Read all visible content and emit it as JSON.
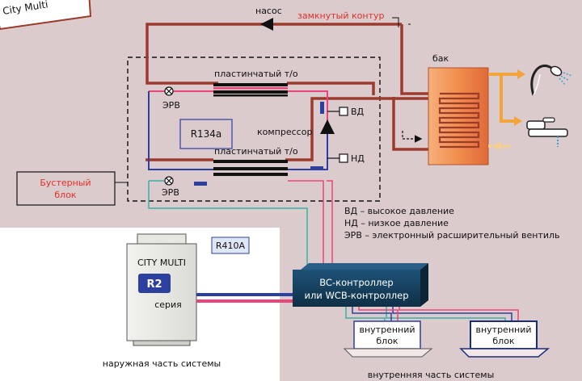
{
  "corner_tab": "City Multi",
  "labels": {
    "pump": "насос",
    "closed_loop": "замкнутый контур",
    "tank": "бак",
    "plate_hx_top": "пластинчатый т/о",
    "plate_hx_bottom": "пластинчатый т/о",
    "erv_top": "ЭРВ",
    "erv_bottom": "ЭРВ",
    "refrigerant_box": "R134a",
    "compressor": "компрессор",
    "hp": "ВД",
    "lp": "НД",
    "booster_line1": "Бустерный",
    "booster_line2": "блок",
    "legend_hp": "ВД – высокое давление",
    "legend_lp": "НД – низкое давление",
    "legend_erv": "ЭРВ – электронный расширительный вентиль",
    "r410a": "R410A",
    "city_multi": "CITY MULTI",
    "r2": "R2",
    "series": "серия",
    "controller_line1": "BC-контроллер",
    "controller_line2": "или WCB-контроллер",
    "indoor1_line1": "внутренний",
    "indoor1_line2": "блок",
    "indoor2_line1": "внутренний",
    "indoor2_line2": "блок",
    "outdoor_caption": "наружная часть системы",
    "indoor_caption": "внутренняя часть системы"
  },
  "colors": {
    "background_panel": "#dccbcc",
    "hot_pipe": "#9b3b2e",
    "refrigerant_high": "#e9457a",
    "refrigerant_low": "#2d3fa0",
    "controller": "#133a56",
    "accent_red": "#e0302a",
    "tank_orange": "#f09a4a"
  },
  "icons": [
    "shower-icon",
    "faucet-icon",
    "pump-icon",
    "compressor-icon",
    "expansion-valve-icon"
  ]
}
